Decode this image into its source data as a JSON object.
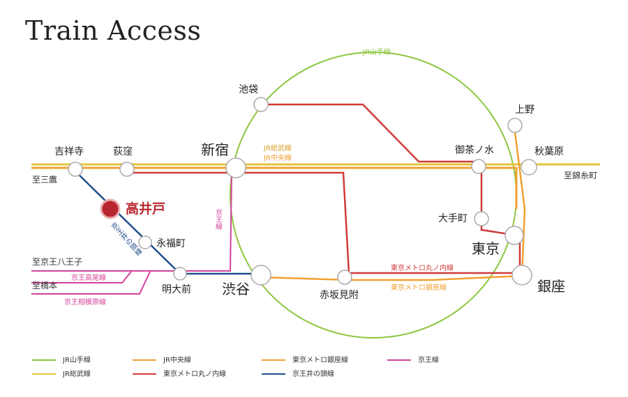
{
  "title": "Train Access",
  "colors": {
    "yamanote": "#8cc63f",
    "chuo": "#f0a030",
    "sobu": "#e3c43a",
    "marunouchi": "#d03a3a",
    "ginza": "#f0a030",
    "keio": "#d4439a",
    "inokashira": "#1f4e8c",
    "home": "#b8262f"
  },
  "lines": {
    "yamanote": "JR山手線",
    "sobu": "JR総武線",
    "chuo": "JR中央線",
    "keio": "京王線",
    "inokashira": "京王井の頭線",
    "marunouchi": "東京メトロ丸ノ内線",
    "ginza": "東京メトロ銀座線",
    "takao": "京王高尾線",
    "sagamihara": "京王相模原線"
  },
  "stations": {
    "kichijoji": "吉祥寺",
    "ogikubo": "荻窪",
    "shinjuku": "新宿",
    "ikebukuro": "池袋",
    "ueno": "上野",
    "ochanomizu": "御茶ノ水",
    "akihabara": "秋葉原",
    "takaido": "高井戸",
    "eifukucho": "永福町",
    "meidaimae": "明大前",
    "shibuya": "渋谷",
    "akasakamitsuke": "赤坂見附",
    "otemachi": "大手町",
    "tokyo": "東京",
    "ginza": "銀座"
  },
  "destinations": {
    "mitaka": "至三鷹",
    "kinshicho": "至錦糸町",
    "keiohachioji": "至京王八王子",
    "hashimoto": "至橋本"
  },
  "legend": [
    {
      "label": "JR山手線",
      "color": "#8cc63f"
    },
    {
      "label": "JR中央線",
      "color": "#f0a030"
    },
    {
      "label": "東京メトロ銀座線",
      "color": "#f0a030"
    },
    {
      "label": "京王線",
      "color": "#d4439a"
    },
    {
      "label": "JR総武線",
      "color": "#e3c43a"
    },
    {
      "label": "東京メトロ丸ノ内線",
      "color": "#d03a3a"
    },
    {
      "label": "京王井の頭線",
      "color": "#1f4e8c"
    }
  ]
}
